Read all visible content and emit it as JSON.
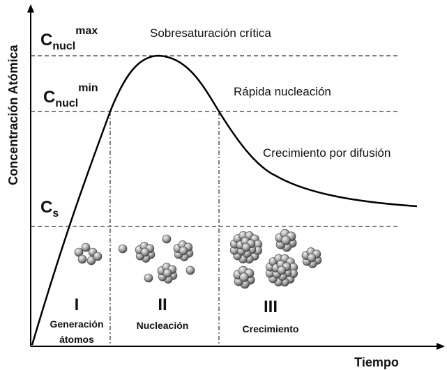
{
  "y_axis_label": "Concentración Atómica",
  "x_axis_label": "Tiempo",
  "levels": {
    "max": {
      "base": "C",
      "sub": "nucl",
      "sup": "max"
    },
    "min": {
      "base": "C",
      "sub": "nucl",
      "sup": "min"
    },
    "s": {
      "base": "C",
      "sub": "s"
    }
  },
  "annotations": {
    "critical": "Sobresaturación crítica",
    "rapid": "Rápida nucleación",
    "diffusion": "Crecimiento por difusión"
  },
  "stages": [
    {
      "roman": "I",
      "label_line1": "Generación",
      "label_line2": "átomos"
    },
    {
      "roman": "II",
      "label_line1": "Nucleación"
    },
    {
      "roman": "III",
      "label_line1": "Crecimiento"
    }
  ],
  "colors": {
    "line": "#000000",
    "sphere_light": "#f4f4f4",
    "sphere_dark": "#5a5a5a"
  }
}
